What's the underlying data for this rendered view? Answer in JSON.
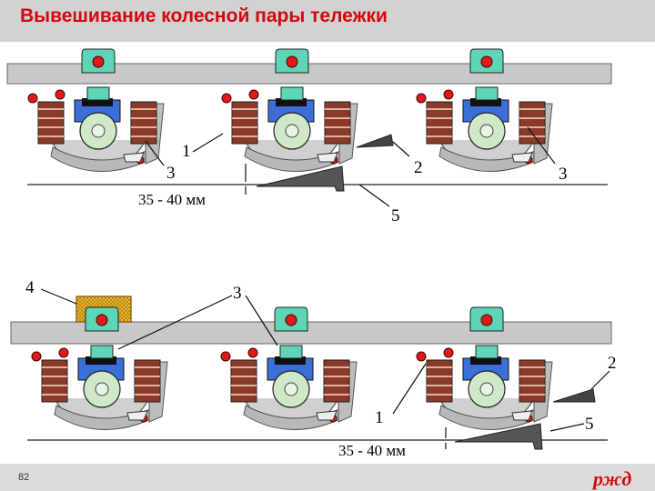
{
  "header": {
    "title": "Вывешивание колесной пары тележки"
  },
  "diagram": {
    "top": {
      "label_1": "1",
      "label_2": "2",
      "label_3a": "3",
      "label_3b": "3",
      "label_5": "5",
      "dimension": "35 - 40 мм"
    },
    "bottom": {
      "label_1": "1",
      "label_2": "2",
      "label_3": "3",
      "label_4": "4",
      "label_5": "5",
      "dimension": "35 - 40 мм"
    }
  },
  "footer": {
    "page_number": "82",
    "logo": "ржд"
  },
  "colors": {
    "title": "#d4070f",
    "frame": "#c8c8c8",
    "spring": "#8a3a28",
    "bearing": "#3a6fd8",
    "hanger": "#5fd5b8",
    "axle_box": "#cfe8c8",
    "pin": "#e01a1a",
    "shim": "#f2c432"
  }
}
